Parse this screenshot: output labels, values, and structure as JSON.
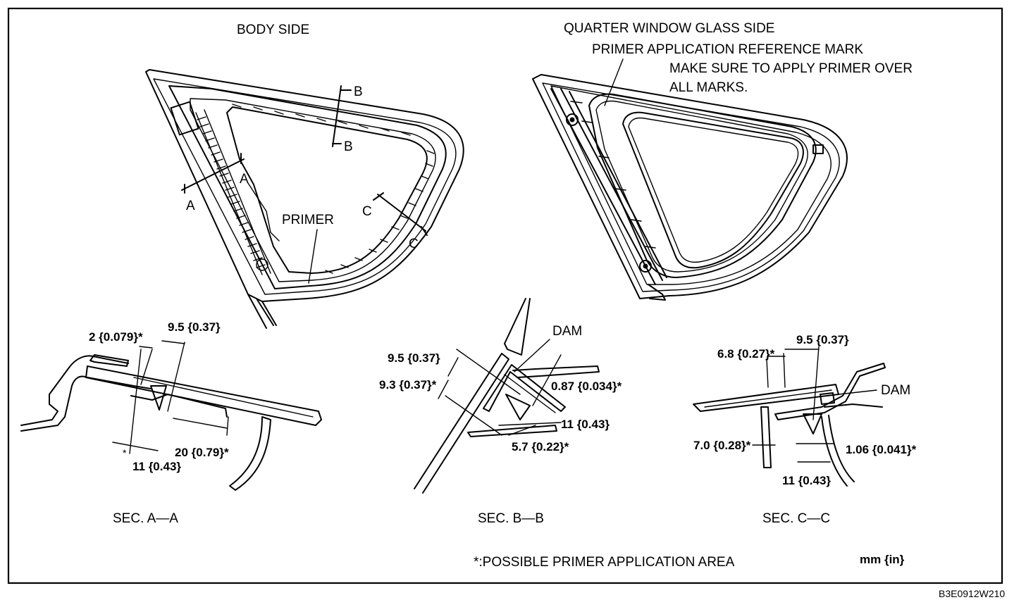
{
  "views": {
    "body_side": {
      "title": "BODY SIDE",
      "primer_label": "PRIMER",
      "marks": {
        "a1": "A",
        "a2": "A",
        "b1": "B",
        "b2": "B",
        "c1": "C",
        "c2": "C"
      }
    },
    "glass_side": {
      "title": "QUARTER WINDOW GLASS SIDE",
      "reference_mark_label": "PRIMER APPLICATION REFERENCE MARK",
      "note_line1": "MAKE SURE TO APPLY PRIMER OVER",
      "note_line2": "ALL MARKS."
    }
  },
  "sections": {
    "a": {
      "caption": "SEC. A—A",
      "dims": {
        "d1": "2 {0.079}*",
        "d2": "9.5 {0.37}",
        "d3": "20 {0.79}*",
        "d4": "11 {0.43}",
        "star": "*"
      }
    },
    "b": {
      "caption": "SEC. B—B",
      "dam_label": "DAM",
      "dims": {
        "d1": "9.5 {0.37}",
        "d2": "9.3 {0.37}*",
        "d3": "0.87 {0.034}*",
        "d4": "11 {0.43}",
        "d5": "5.7 {0.22}*"
      }
    },
    "c": {
      "caption": "SEC. C—C",
      "dam_label": "DAM",
      "dims": {
        "d1": "6.8 {0.27}*",
        "d2": "9.5 {0.37}",
        "d3": "7.0 {0.28}*",
        "d4": "1.06 {0.041}*",
        "d5": "11 {0.43}"
      }
    }
  },
  "footer": {
    "legend": "*:POSSIBLE PRIMER APPLICATION AREA",
    "units": "mm {in}",
    "figure_code": "B3E0912W210"
  }
}
